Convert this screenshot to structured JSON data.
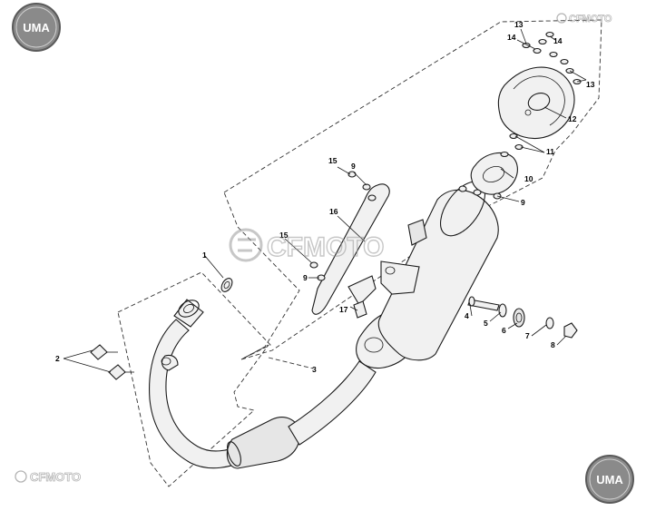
{
  "logos": {
    "uma_text": "UMA",
    "cfmoto_text": "CFMOTO"
  },
  "colors": {
    "background": "#ffffff",
    "ink": "#1a1a1a",
    "watermark": "#9a9a9a",
    "badge": "#8a8a8a"
  },
  "callouts": {
    "c1": "1",
    "c2": "2",
    "c3": "3",
    "c4": "4",
    "c5": "5",
    "c6": "6",
    "c7": "7",
    "c8": "8",
    "c9a": "9",
    "c9b": "9",
    "c9c": "9",
    "c10": "10",
    "c11": "11",
    "c12": "12",
    "c13a": "13",
    "c13b": "13",
    "c14a": "14",
    "c14b": "14",
    "c15a": "15",
    "c15b": "15",
    "c16": "16",
    "c17": "17"
  }
}
